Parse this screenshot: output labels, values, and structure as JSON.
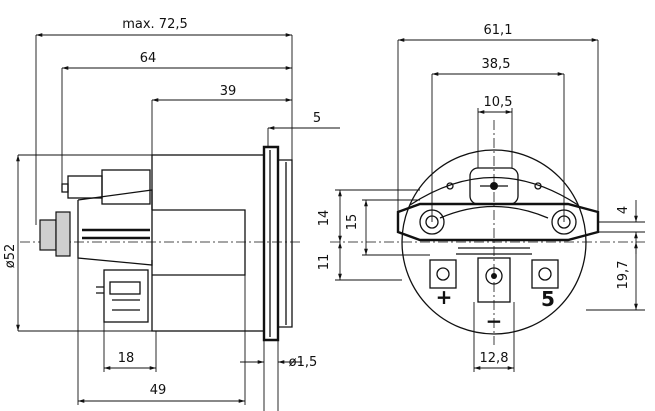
{
  "side_view": {
    "dims": {
      "overall_length": "max. 72,5",
      "length_64": "64",
      "length_39": "39",
      "flange_5": "5",
      "diameter": "ø52",
      "depth_18": "18",
      "depth_49": "49",
      "flange_1_5": "ø1,5"
    }
  },
  "rear_view": {
    "dims": {
      "width_61_1": "61,1",
      "width_38_5": "38,5",
      "width_10_5": "10,5",
      "height_14": "14",
      "height_15": "15",
      "height_11": "11",
      "height_4": "4",
      "height_19_7": "19,7",
      "width_12_8": "12,8"
    },
    "marks": {
      "plus": "+",
      "minus": "−",
      "five": "5"
    }
  }
}
